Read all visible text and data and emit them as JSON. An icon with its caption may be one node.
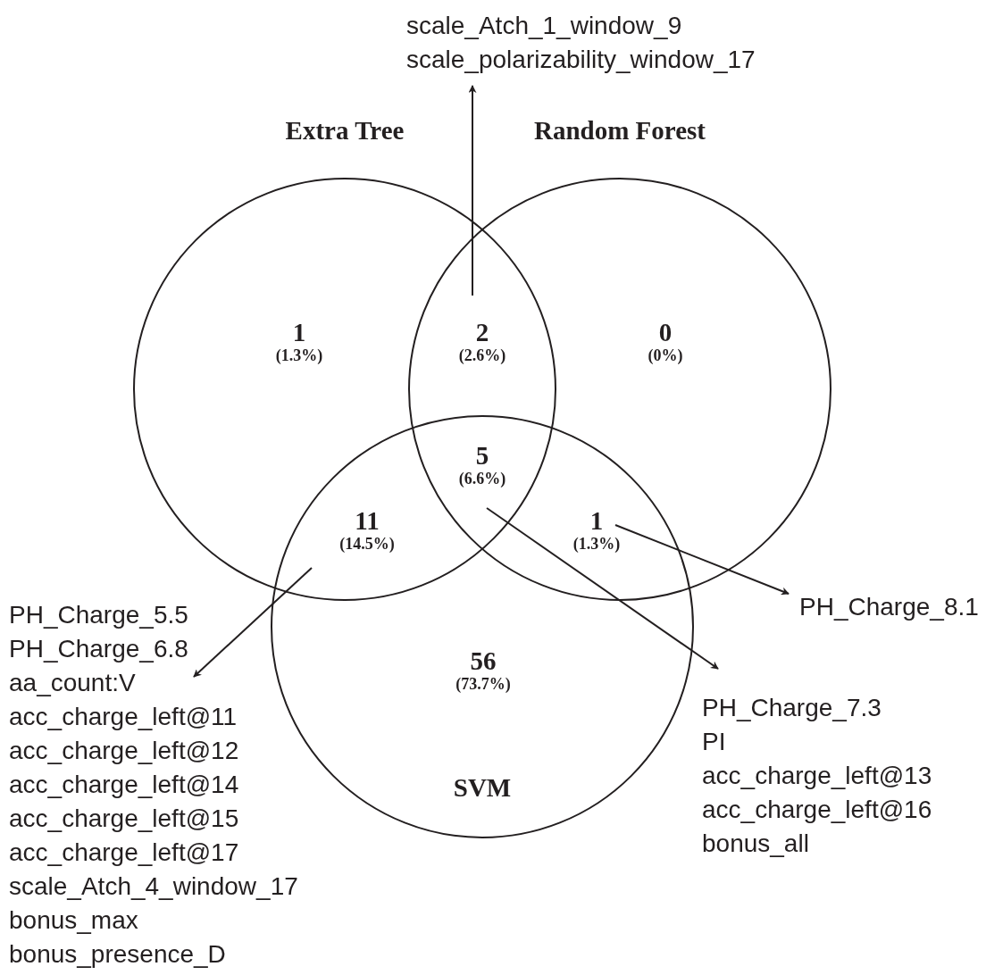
{
  "diagram": {
    "nodes": [
      {
        "text": [
          "Extra Tree"
        ]
      },
      {
        "text": [
          "Random Forest"
        ]
      },
      {
        "text": [
          "SVM"
        ]
      },
      {
        "text": [
          "1",
          "(1.3%)"
        ],
        "in": 0
      },
      {
        "text": [
          "2",
          "(2.6%)"
        ]
      },
      {
        "text": [
          "0",
          "(0%)"
        ],
        "in": 1
      },
      {
        "text": [
          "5",
          "(6.6%)"
        ]
      },
      {
        "text": [
          "11",
          "(14.5%)"
        ]
      },
      {
        "text": [
          "1",
          "(1.3%)"
        ]
      },
      {
        "text": [
          "56",
          "(73.7%)"
        ],
        "in": 2
      },
      {
        "text": [
          "scale_Atch_1_window_9",
          "scale_polarizability_window_17"
        ]
      },
      {
        "text": [
          "PH_Charge_8.1"
        ]
      },
      {
        "text": [
          "PH_Charge_5.5",
          "PH_Charge_6.8",
          "aa_count:V",
          "acc_charge_left@11",
          "acc_charge_left@12",
          "acc_charge_left@14",
          "acc_charge_left@15",
          "acc_charge_left@17",
          "scale_Atch_4_window_17",
          "bonus_max",
          "bonus_presence_D"
        ]
      },
      {
        "text": [
          "PH_Charge_7.3",
          "PI",
          "acc_charge_left@13",
          "acc_charge_left@16",
          "bonus_all"
        ]
      }
    ],
    "edges": [
      {
        "from": 4,
        "to": 10,
        "arrow": "to"
      },
      {
        "from": 7,
        "to": 12,
        "arrow": "to"
      },
      {
        "from": 6,
        "to": 13,
        "arrow": "to"
      },
      {
        "from": 8,
        "to": 11,
        "arrow": "to"
      }
    ]
  }
}
